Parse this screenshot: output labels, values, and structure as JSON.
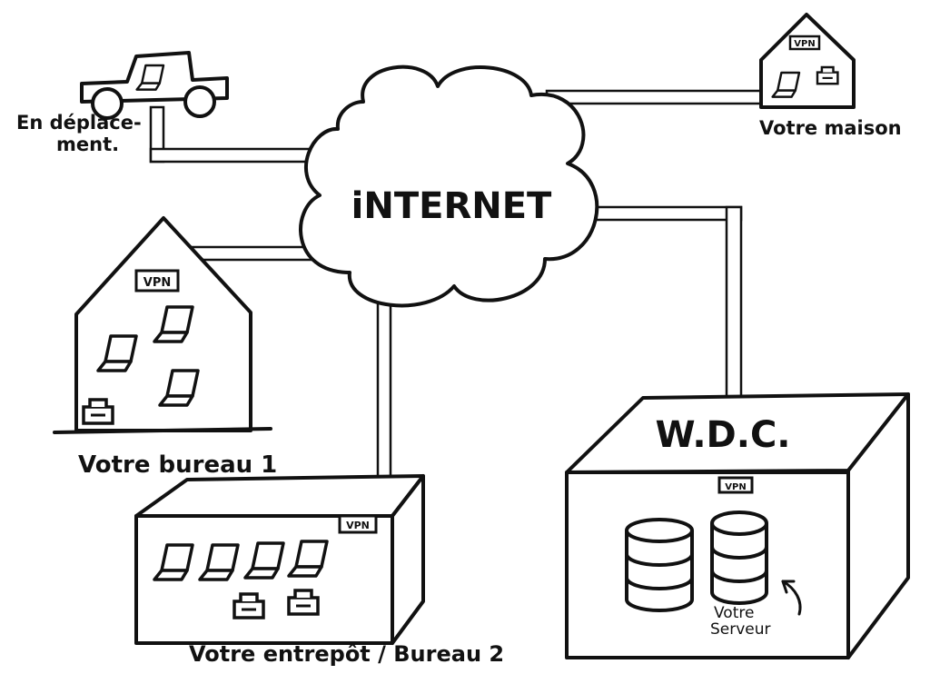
{
  "cloud": {
    "label": "iNTERNET"
  },
  "vpn": {
    "label": "VPN"
  },
  "nodes": {
    "travel": {
      "label_line1": "En déplace-",
      "label_line2": "ment."
    },
    "home": {
      "label": "Votre maison"
    },
    "office1": {
      "label": "Votre bureau 1"
    },
    "warehouse": {
      "label": "Votre entrepôt / Bureau 2"
    },
    "datacenter": {
      "label": "W.D.C."
    },
    "server": {
      "label_line1": "Votre",
      "label_line2": "Serveur"
    }
  },
  "colors": {
    "ink": "#111111",
    "paper": "#ffffff"
  }
}
